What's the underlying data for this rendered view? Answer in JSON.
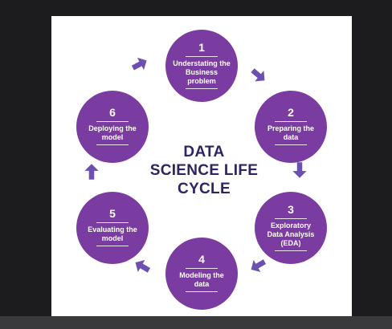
{
  "colors": {
    "stage": "#7a3ca0",
    "arrow": "#6c4fb1",
    "title": "#2b2560",
    "canvas": "#ffffff"
  },
  "diagram": {
    "title_lines": [
      "DATA",
      "SCIENCE LIFE",
      "CYCLE"
    ],
    "stages": [
      {
        "number": "1",
        "label": "Understating the Business problem"
      },
      {
        "number": "2",
        "label": "Preparing the data"
      },
      {
        "number": "3",
        "label": "Exploratory Data Analysis (EDA)"
      },
      {
        "number": "4",
        "label": "Modeling the data"
      },
      {
        "number": "5",
        "label": "Evaluating the model"
      },
      {
        "number": "6",
        "label": "Deploying the model"
      }
    ],
    "arrow_icon": "arrow-icon"
  }
}
